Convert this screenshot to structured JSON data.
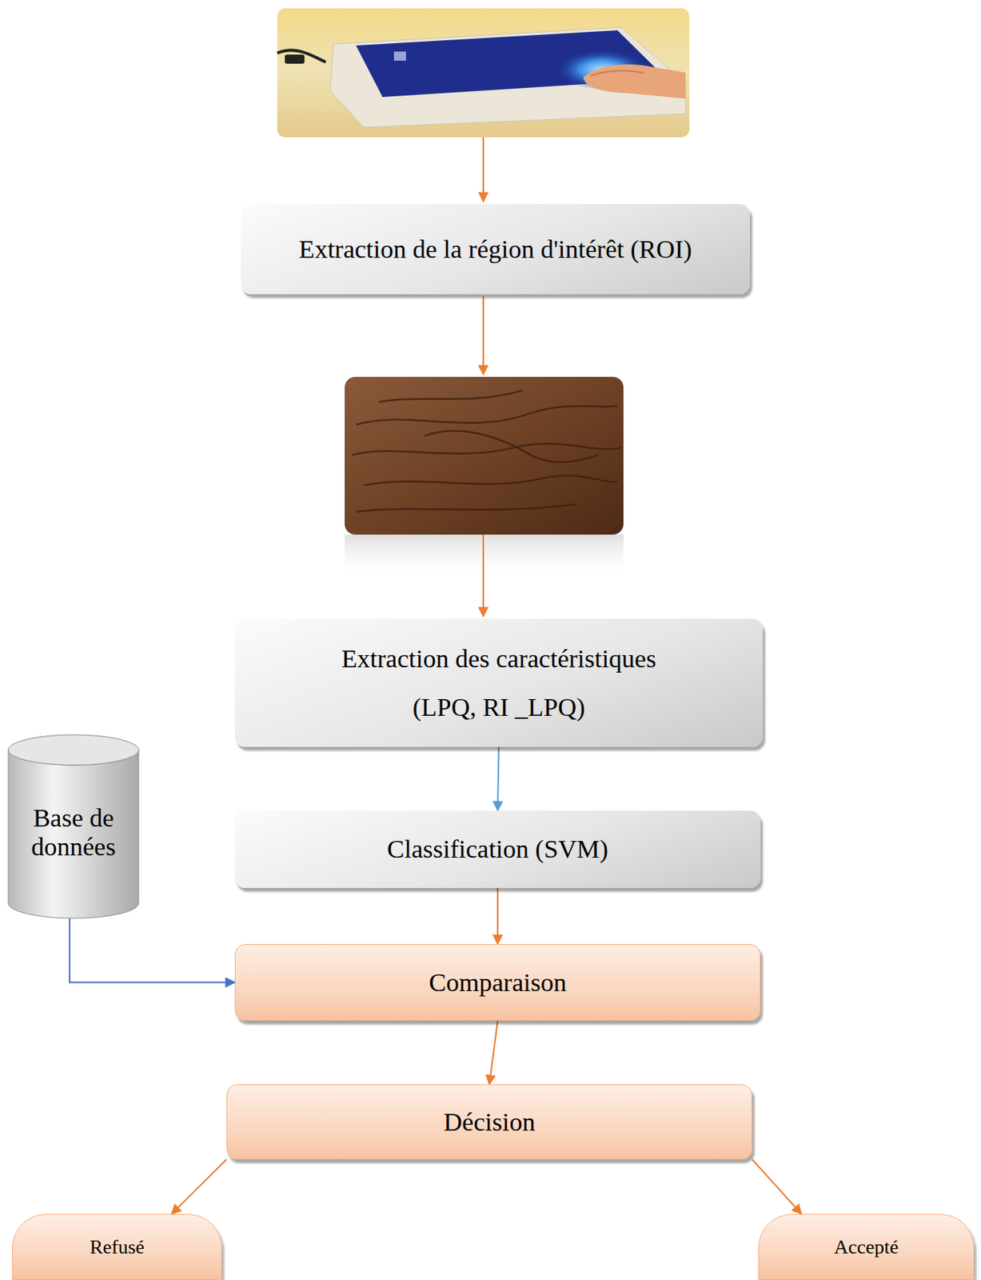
{
  "diagram": {
    "nodes": [
      {
        "text": [
          "Extraction de la région d'intérêt (ROI)"
        ]
      },
      {
        "text": [
          "Extraction des caractéristiques",
          "(LPQ, RI _LPQ)"
        ]
      },
      {
        "text": [
          "Base de données"
        ]
      },
      {
        "text": [
          "Classification (SVM)"
        ]
      },
      {
        "text": [
          "Comparaison"
        ]
      },
      {
        "text": [
          "Décision"
        ]
      },
      {
        "text": [
          "Refusé"
        ]
      },
      {
        "text": [
          "Accepté"
        ]
      }
    ],
    "edges": [
      {
        "from": 1,
        "to": 3,
        "arrow": "to"
      },
      {
        "from": 3,
        "to": 4,
        "arrow": "to"
      },
      {
        "from": 2,
        "to": 4,
        "arrow": "to"
      },
      {
        "from": 4,
        "to": 5,
        "arrow": "to"
      },
      {
        "from": 5,
        "to": 6,
        "arrow": "to"
      },
      {
        "from": 5,
        "to": 7,
        "arrow": "to"
      }
    ]
  }
}
